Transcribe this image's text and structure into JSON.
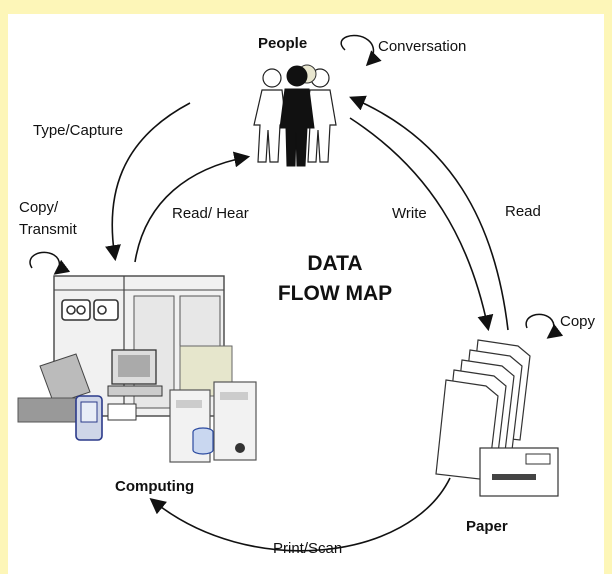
{
  "diagram": {
    "title_line1": "DATA",
    "title_line2": "FLOW MAP",
    "nodes": {
      "people": "People",
      "computing": "Computing",
      "paper": "Paper"
    },
    "edges": {
      "conversation": "Conversation",
      "type_capture": "Type/Capture",
      "read_hear": "Read/ Hear",
      "write": "Write",
      "read": "Read",
      "copy_transmit_1": "Copy/",
      "copy_transmit_2": "Transmit",
      "copy": "Copy",
      "print_scan": "Print/Scan"
    },
    "colors": {
      "background": "#fdf6b8",
      "canvas": "#ffffff",
      "ink": "#111111"
    },
    "icons": [
      "people-icon",
      "computers-icon",
      "paper-stack-icon",
      "self-loop-arrow-icon"
    ]
  }
}
